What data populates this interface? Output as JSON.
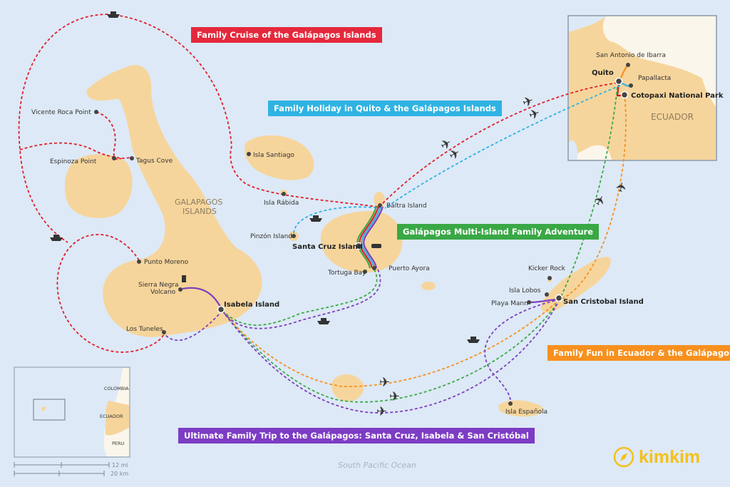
{
  "routes": [
    {
      "label": "Family Cruise of the Galápagos Islands",
      "color": "#e5283b"
    },
    {
      "label": "Family Holiday in Quito & the Galápagos Islands",
      "color": "#2fb3e3"
    },
    {
      "label": "Galápagos Multi-Island Family Adventure",
      "color": "#39a845"
    },
    {
      "label": "Family Fun in Ecuador & the Galápagos",
      "color": "#f7901e"
    },
    {
      "label": "Ultimate Family Trip to the Galápagos: Santa Cruz, Isabela & San Cristóbal",
      "color": "#7d3cc4"
    }
  ],
  "places": {
    "vicente_roca": "Vicente Roca Point",
    "espinoza": "Espinoza Point",
    "tagus": "Tagus Cove",
    "galapagos": "GALAPAGOS",
    "islands": "ISLANDS",
    "isla_santiago": "Isla Santiago",
    "isla_rabida": "Isla Rábida",
    "baltra": "Baltra Island",
    "pinzon": "Pinzón Island",
    "santa_cruz": "Santa Cruz Island",
    "tortuga": "Tortuga Bay",
    "puerto_ayora": "Puerto Ayora",
    "punto_moreno": "Punto Moreno",
    "sierra_negra_1": "Sierra Negra",
    "sierra_negra_2": "Volcano",
    "isabela": "Isabela Island",
    "los_tuneles": "Los Tuneles",
    "kicker_rock": "Kicker Rock",
    "isla_lobos": "Isla Lobos",
    "playa_mann": "Playa Mann",
    "san_cristobal": "San Cristobal Island",
    "espanola": "Isla Española",
    "quito": "Quito",
    "san_antonio": "San Antonio de Ibarra",
    "papallacta": "Papallacta",
    "cotopaxi": "Cotopaxi National Park",
    "ecuador": "ECUADOR"
  },
  "inset": {
    "colombia": "COLOMBIA",
    "ecuador": "ECUADOR",
    "peru": "PERU",
    "scale_mi": "12 mi",
    "scale_km": "20 km"
  },
  "ocean": "South Pacific Ocean",
  "logo": "kimkim"
}
